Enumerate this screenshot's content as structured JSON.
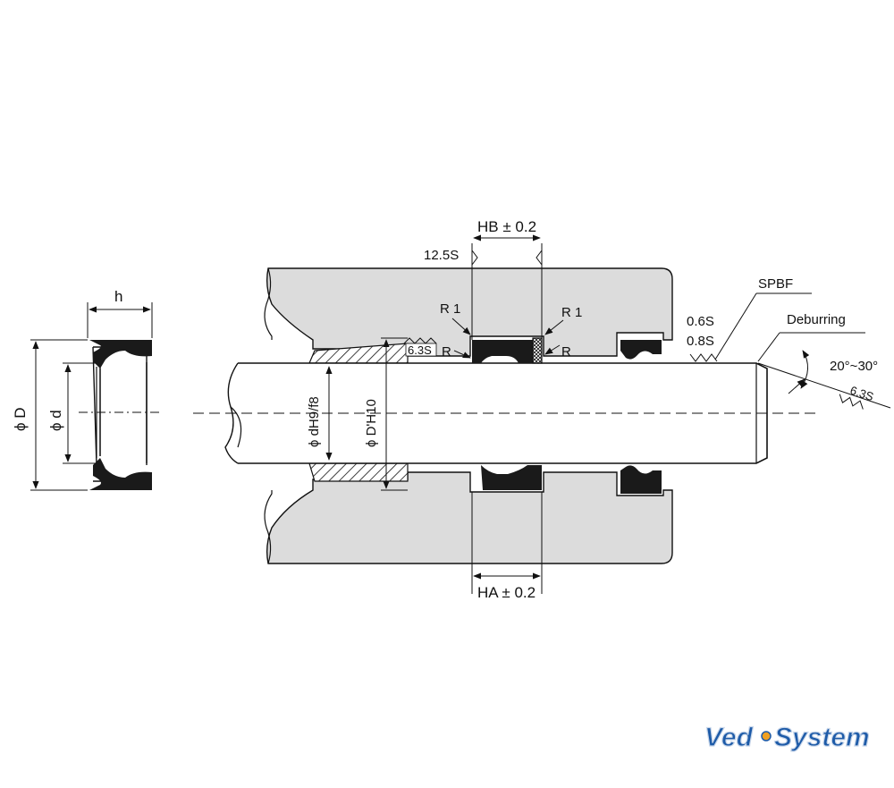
{
  "colors": {
    "housing": "#dcdcdc",
    "seal": "#1a1a1a",
    "line": "#111111",
    "logo_fill": "#1e5ba8",
    "logo_stroke": "#c9d7ea"
  },
  "left_view": {
    "width_label": "h",
    "outer_diameter_label": "ϕ D",
    "inner_diameter_label": "ϕ d"
  },
  "dimensions": {
    "groove_width_top": "HB ± 0.2",
    "groove_width_bottom": "HA ± 0.2",
    "rod_fit": "ϕ dH9/f8",
    "bore_fit": "ϕ D'H10"
  },
  "radii": {
    "r1_left": "R 1",
    "r1_right": "R 1",
    "r_left": "R",
    "r_right": "R"
  },
  "surface_finish": {
    "roughness_12_5": "12.5S",
    "roughness_6_3_bore": "6.3S",
    "roughness_0_6": "0.6S",
    "roughness_0_8": "0.8S",
    "roughness_6_3_chamfer": "6.3S",
    "spbf": "SPBF"
  },
  "chamfer": {
    "deburring": "Deburring",
    "angle": "20°~30°"
  },
  "logo": {
    "text_left": "Ved",
    "text_right": "System"
  }
}
